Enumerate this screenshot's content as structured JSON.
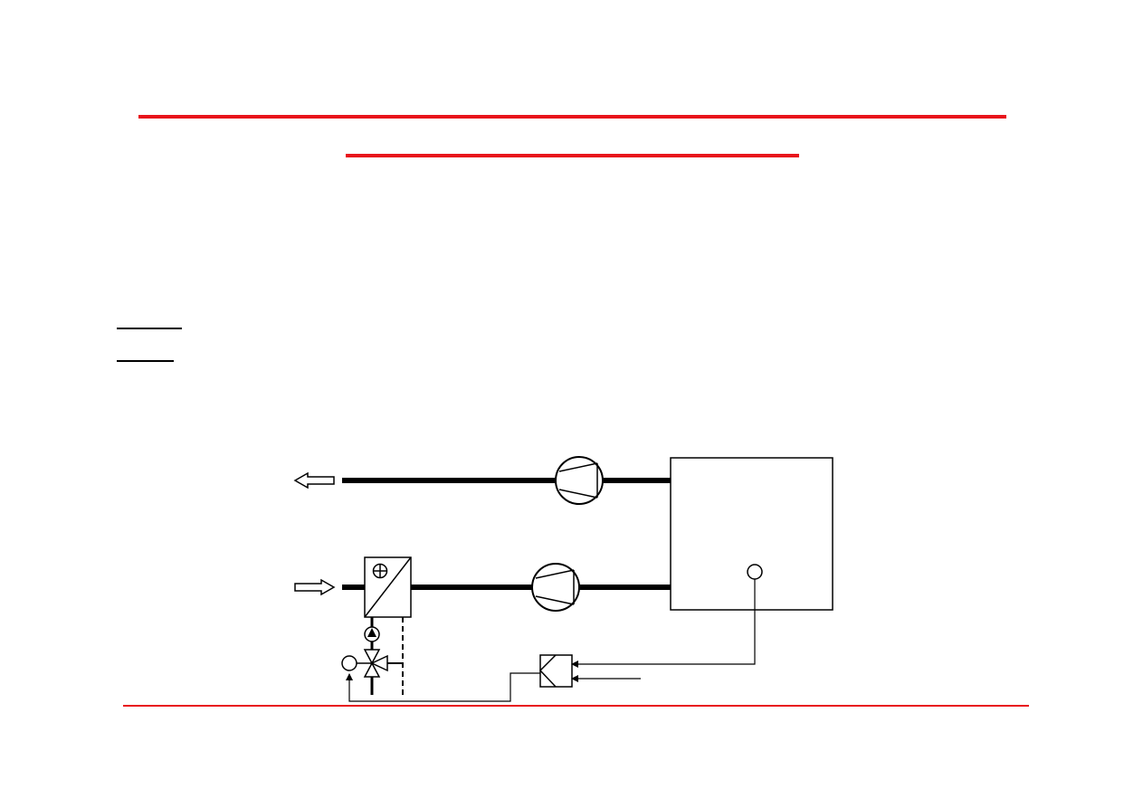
{
  "slide": {
    "accent_color": "#e8141b",
    "line_color": "#000000"
  },
  "diagram": {
    "components": [
      "exhaust-arrow",
      "exhaust-duct",
      "exhaust-fan",
      "room",
      "room-sensor",
      "supply-arrow",
      "heating-coil",
      "supply-duct",
      "supply-fan",
      "circulation-pump",
      "three-way-valve",
      "valve-actuator",
      "controller",
      "setpoint-input"
    ]
  }
}
